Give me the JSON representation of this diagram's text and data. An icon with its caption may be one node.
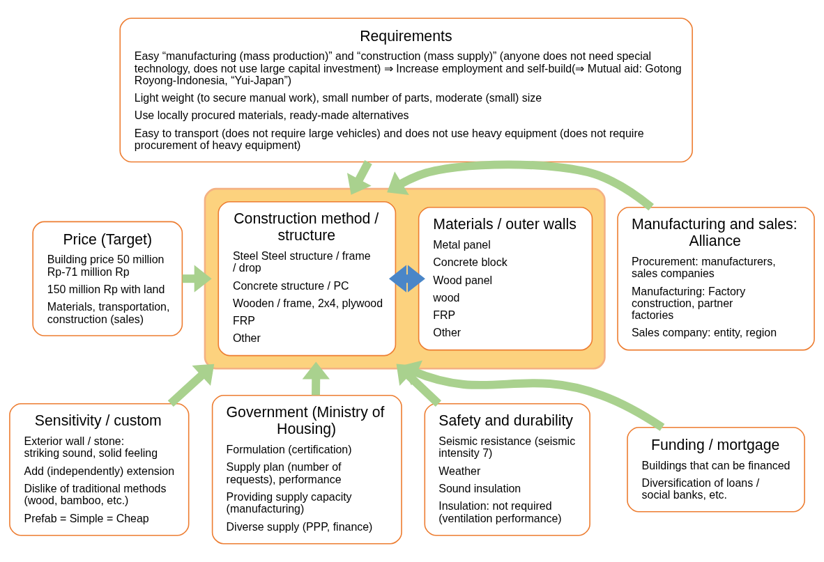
{
  "diagram": {
    "nodes": [
      {
        "text": [
          "Requirements",
          "Easy “manufacturing (mass production)” and “construction (mass supply)” (anyone does not need special technology, does not use large capital investment) ⇒ Increase employment and self-build(⇒ Mutual aid: Gotong Royong-Indonesia, “Yui-Japan”)",
          "Light weight (to secure manual work), small number of parts, moderate (small) size",
          "Use locally procured materials, ready-made alternatives",
          "Easy to transport (does not require large vehicles) and does not use heavy equipment (does not require procurement of heavy equipment)"
        ]
      },
      {
        "text": [
          "Price (Target)",
          "Building price 50 million Rp-71 million Rp",
          "150 million Rp with land",
          "Materials, transportation, construction (sales)"
        ]
      },
      {
        "text": [],
        "shape": "box"
      },
      {
        "text": [
          "Construction method / structure",
          "Steel Steel structure / frame / drop",
          "Concrete structure / PC",
          "Wooden / frame, 2x4, plywood",
          "FRP",
          "Other"
        ],
        "in": 2
      },
      {
        "text": [
          "Materials / outer walls",
          "Metal panel",
          "Concrete block",
          "Wood panel",
          "wood",
          "FRP",
          "Other"
        ],
        "in": 2
      },
      {
        "text": [
          "Manufacturing and sales: Alliance",
          "Procurement: manufacturers, sales companies",
          "Manufacturing: Factory construction, partner factories",
          "Sales company: entity, region"
        ]
      },
      {
        "text": [
          "Sensitivity / custom",
          "Exterior wall / stone: striking sound, solid feeling",
          "Add (independently) extension",
          "Dislike of traditional methods (wood, bamboo, etc.)",
          "Prefab = Simple = Cheap"
        ]
      },
      {
        "text": [
          "Government (Ministry of Housing)",
          "Formulation (certification)",
          "Supply plan (number of requests), performance",
          "Providing supply capacity (manufacturing)",
          "Diverse supply (PPP, finance)"
        ]
      },
      {
        "text": [
          "Safety and durability",
          "Seismic resistance (seismic intensity 7)",
          "Weather",
          "Sound insulation",
          "Insulation: not required (ventilation performance)"
        ]
      },
      {
        "text": [
          "Funding / mortgage",
          "Buildings that can be financed",
          "Diversification of loans / social banks, etc."
        ]
      }
    ],
    "edges": [
      {
        "from": 0,
        "to": 2,
        "arrow": "to"
      },
      {
        "from": 1,
        "to": 2,
        "arrow": "to"
      },
      {
        "from": 5,
        "to": 2,
        "arrow": "to"
      },
      {
        "from": 6,
        "to": 2,
        "arrow": "to"
      },
      {
        "from": 7,
        "to": 2,
        "arrow": "to"
      },
      {
        "from": 8,
        "to": 2,
        "arrow": "to"
      },
      {
        "from": 9,
        "to": 2,
        "arrow": "to"
      },
      {
        "from": 3,
        "to": 4,
        "arrow": "both",
        "color": "#4a86c8"
      }
    ]
  }
}
